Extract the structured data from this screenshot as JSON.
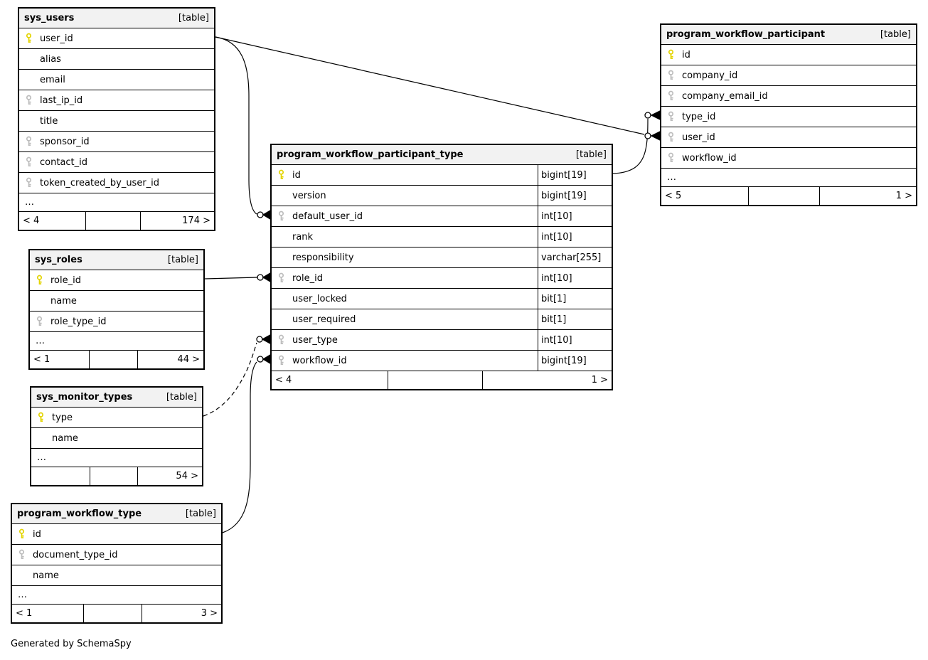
{
  "page": {
    "footer_note": "Generated by SchemaSpy"
  },
  "colors": {
    "pk_key": "#e3d400",
    "fk_key": "#bdbdbd",
    "header_bg": "#f2f2f2",
    "border": "#000000",
    "edge": "#000000"
  },
  "tables": [
    {
      "key": "sys_users",
      "title": "sys_users",
      "badge": "[table]",
      "columns": [
        {
          "name": "user_id",
          "icon": "pk"
        },
        {
          "name": "alias"
        },
        {
          "name": "email"
        },
        {
          "name": "last_ip_id",
          "icon": "fk"
        },
        {
          "name": "title"
        },
        {
          "name": "sponsor_id",
          "icon": "fk"
        },
        {
          "name": "contact_id",
          "icon": "fk"
        },
        {
          "name": "token_created_by_user_id",
          "icon": "fk"
        }
      ],
      "ellipsis": "…",
      "footer": {
        "left": "< 4",
        "middle": "",
        "right": "174 >"
      }
    },
    {
      "key": "program_workflow_participant",
      "title": "program_workflow_participant",
      "badge": "[table]",
      "columns": [
        {
          "name": "id",
          "icon": "pk"
        },
        {
          "name": "company_id",
          "icon": "fk"
        },
        {
          "name": "company_email_id",
          "icon": "fk"
        },
        {
          "name": "type_id",
          "icon": "fk"
        },
        {
          "name": "user_id",
          "icon": "fk"
        },
        {
          "name": "workflow_id",
          "icon": "fk"
        }
      ],
      "ellipsis": "…",
      "footer": {
        "left": "< 5",
        "middle": "",
        "right": "1 >"
      }
    },
    {
      "key": "program_workflow_participant_type",
      "title": "program_workflow_participant_type",
      "badge": "[table]",
      "columns": [
        {
          "name": "id",
          "icon": "pk",
          "type": "bigint[19]"
        },
        {
          "name": "version",
          "type": "bigint[19]"
        },
        {
          "name": "default_user_id",
          "icon": "fk",
          "type": "int[10]"
        },
        {
          "name": "rank",
          "type": "int[10]"
        },
        {
          "name": "responsibility",
          "type": "varchar[255]"
        },
        {
          "name": "role_id",
          "icon": "fk",
          "type": "int[10]"
        },
        {
          "name": "user_locked",
          "type": "bit[1]"
        },
        {
          "name": "user_required",
          "type": "bit[1]"
        },
        {
          "name": "user_type",
          "icon": "fk",
          "type": "int[10]"
        },
        {
          "name": "workflow_id",
          "icon": "fk",
          "type": "bigint[19]"
        }
      ],
      "ellipsis": "",
      "footer": {
        "left": "< 4",
        "middle": "",
        "right": "1 >"
      }
    },
    {
      "key": "sys_roles",
      "title": "sys_roles",
      "badge": "[table]",
      "columns": [
        {
          "name": "role_id",
          "icon": "pk"
        },
        {
          "name": "name"
        },
        {
          "name": "role_type_id",
          "icon": "fk"
        }
      ],
      "ellipsis": "…",
      "footer": {
        "left": "< 1",
        "middle": "",
        "right": "44 >"
      }
    },
    {
      "key": "sys_monitor_types",
      "title": "sys_monitor_types",
      "badge": "[table]",
      "columns": [
        {
          "name": "type",
          "icon": "pk"
        },
        {
          "name": "name"
        }
      ],
      "ellipsis": "…",
      "footer": {
        "left": "",
        "middle": "",
        "right": "54 >"
      }
    },
    {
      "key": "program_workflow_type",
      "title": "program_workflow_type",
      "badge": "[table]",
      "columns": [
        {
          "name": "id",
          "icon": "pk"
        },
        {
          "name": "document_type_id",
          "icon": "fk"
        },
        {
          "name": "name"
        }
      ],
      "ellipsis": "…",
      "footer": {
        "left": "< 1",
        "middle": "",
        "right": "3 >"
      }
    }
  ]
}
